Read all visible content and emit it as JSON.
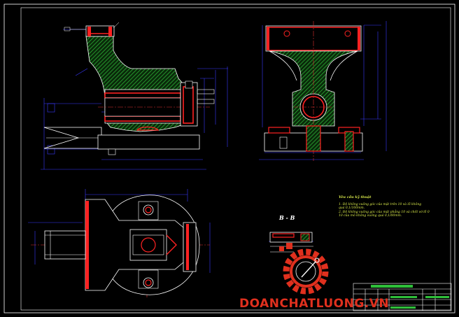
{
  "drawing": {
    "section_label": "B - B",
    "notes_title": "Yêu cầu kỹ thuật",
    "notes_lines": [
      "1. Độ không vuông góc của mặt trên 10 và lỗ không",
      "quá 0,1/100mm.",
      "2. Độ không vuông góc của mặt phẳng 10 và chốt vớ lỗ 0",
      "10 của mô không vuông quá 0,1/00mm."
    ]
  },
  "watermark": {
    "text": "DOANCHATLUONG",
    "tld": ".VN"
  },
  "colors": {
    "background": "#000000",
    "outline": "#ffffff",
    "hatch": "#2fbf3a",
    "section_red": "#ff2222",
    "dimension": "#3a3aff",
    "center_line": "#e03030",
    "logo": "#e0301e"
  }
}
